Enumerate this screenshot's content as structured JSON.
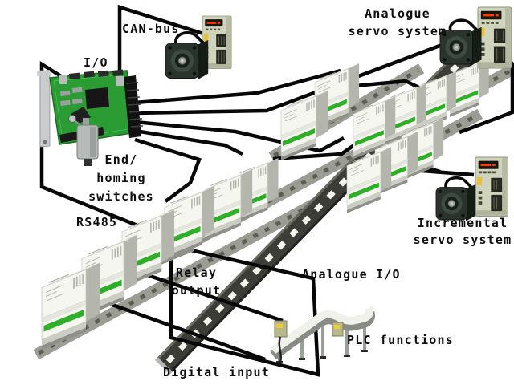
{
  "diagram": {
    "labels": {
      "can_bus": "CAN-bus",
      "io_card": "I/O",
      "analogue_servo": {
        "line1": "Analogue",
        "line2": "servo system"
      },
      "end_homing": {
        "line1": "End/",
        "line2": "homing",
        "line3": "switches"
      },
      "rs485": "RS485",
      "relay_output": {
        "line1": "Relay",
        "line2": "output"
      },
      "analogue_io": "Analogue I/O",
      "incremental_servo": {
        "line1": "Incremental",
        "line2": "servo system"
      },
      "plc_functions": "PLC functions",
      "digital_input": "Digital input"
    },
    "colors": {
      "module-green": "#2fae27",
      "pcb-green": "#2b9c33",
      "wire-black": "#070707",
      "rail-dark": "#3c3d37",
      "rail-gray": "#9b9c93",
      "drive-beige": "#d0d4bc",
      "motor-green": "#2b342c",
      "display-red": "#ff3b00",
      "label-text": "#0d0d0d"
    }
  }
}
